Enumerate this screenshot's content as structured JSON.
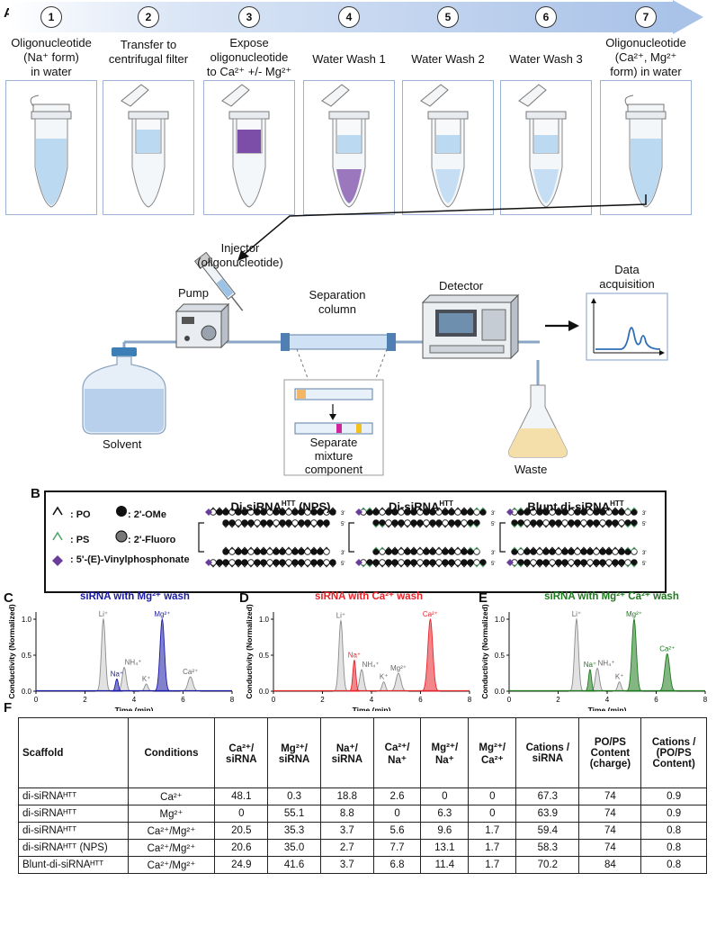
{
  "panels": [
    "A",
    "B",
    "C",
    "D",
    "E",
    "F"
  ],
  "steps": [
    {
      "n": "1",
      "label_lines": [
        "Oligonucleotide",
        "(Na⁺ form)",
        "in water"
      ]
    },
    {
      "n": "2",
      "label_lines": [
        "Transfer to",
        "centrifugal filter"
      ]
    },
    {
      "n": "3",
      "label_lines": [
        "Expose",
        "oligonucleotide",
        "to Ca²⁺ +/- Mg²⁺"
      ]
    },
    {
      "n": "4",
      "label_lines": [
        "Water Wash 1"
      ]
    },
    {
      "n": "5",
      "label_lines": [
        "Water Wash 2"
      ]
    },
    {
      "n": "6",
      "label_lines": [
        "Water Wash 3"
      ]
    },
    {
      "n": "7",
      "label_lines": [
        "Oligonucleotide",
        "(Ca²⁺, Mg²⁺",
        "form) in water"
      ]
    }
  ],
  "hplc": {
    "injector": [
      "Injector",
      "(oligonucleotide)"
    ],
    "pump": "Pump",
    "column": [
      "Separation",
      "column"
    ],
    "detector": "Detector",
    "data_acq": [
      "Data",
      "acquisition"
    ],
    "solvent": "Solvent",
    "separate": [
      "Separate",
      "mixture",
      "component"
    ],
    "waste": "Waste"
  },
  "legend": {
    "po": ": PO",
    "ps": ": PS",
    "ome": ": 2'-OMe",
    "fluoro": ": 2'-Fluoro",
    "vp": ": 5'-(E)-Vinylphosphonate"
  },
  "scaffolds": [
    {
      "title": "Di-siRNA",
      "sup": "HTT",
      "suffix": " (NPS)"
    },
    {
      "title": "Di-siRNA",
      "sup": "HTT",
      "suffix": ""
    },
    {
      "title": "Blunt di-siRNA",
      "sup": "HTT",
      "suffix": ""
    }
  ],
  "strand_labels": {
    "three": "3'",
    "five": "5'"
  },
  "colors": {
    "gray": "#8c8c8c",
    "blue": "#1a1aa6",
    "red": "#e8232a",
    "green": "#1e7a1e",
    "arrow": "#a9c2e8",
    "tube_blue": "#bcd9f2",
    "purple": "#7d4ea8"
  },
  "chart_data": [
    {
      "type": "line",
      "title": "siRNA with Mg²⁺ wash",
      "xlabel": "Time (min)",
      "ylabel": "Conductivity (Normalized)",
      "xlim": [
        0,
        8
      ],
      "ylim": [
        0,
        1.1
      ],
      "xticks": [
        "0",
        "2",
        "4",
        "6",
        "8"
      ],
      "yticks": [
        "0.0",
        "0.5",
        "1.0"
      ],
      "series": [
        {
          "color": "#8c8c8c",
          "peaks": [
            {
              "label": "Li⁺",
              "x": 2.75,
              "y": 1.0,
              "w": 0.08
            },
            {
              "label": "NH₄⁺",
              "x": 3.6,
              "y": 0.33,
              "w": 0.08
            },
            {
              "label": "K⁺",
              "x": 4.5,
              "y": 0.1,
              "w": 0.07
            },
            {
              "label": "Ca²⁺",
              "x": 6.3,
              "y": 0.2,
              "w": 0.1
            }
          ]
        },
        {
          "color": "#1a1aa6",
          "peaks": [
            {
              "label": "Na⁺",
              "x": 3.3,
              "y": 0.17,
              "w": 0.06
            },
            {
              "label": "Mg²⁺",
              "x": 5.15,
              "y": 1.0,
              "w": 0.09
            }
          ]
        }
      ]
    },
    {
      "type": "line",
      "title": "siRNA with Ca²⁺ wash",
      "xlabel": "Time (min)",
      "ylabel": "Conductivity (Normalized)",
      "xlim": [
        0,
        8
      ],
      "ylim": [
        0,
        1.1
      ],
      "xticks": [
        "0",
        "2",
        "4",
        "6",
        "8"
      ],
      "yticks": [
        "0.0",
        "0.5",
        "1.0"
      ],
      "series": [
        {
          "color": "#8c8c8c",
          "peaks": [
            {
              "label": "Li⁺",
              "x": 2.75,
              "y": 0.98,
              "w": 0.08
            },
            {
              "label": "NH₄⁺",
              "x": 3.6,
              "y": 0.3,
              "w": 0.08
            },
            {
              "label": "K⁺",
              "x": 4.5,
              "y": 0.13,
              "w": 0.07
            },
            {
              "label": "Mg²⁺",
              "x": 5.1,
              "y": 0.25,
              "w": 0.1
            }
          ]
        },
        {
          "color": "#e8232a",
          "peaks": [
            {
              "label": "Na⁺",
              "x": 3.3,
              "y": 0.43,
              "w": 0.06
            },
            {
              "label": "Ca²⁺",
              "x": 6.4,
              "y": 1.0,
              "w": 0.1
            }
          ]
        }
      ]
    },
    {
      "type": "line",
      "title": "siRNA with Mg²⁺ Ca²⁺ wash",
      "xlabel": "Time (min)",
      "ylabel": "Conductivity (Normalized)",
      "xlim": [
        0,
        8
      ],
      "ylim": [
        0,
        1.1
      ],
      "xticks": [
        "0",
        "2",
        "4",
        "6",
        "8"
      ],
      "yticks": [
        "0.0",
        "0.5",
        "1.0"
      ],
      "series": [
        {
          "color": "#8c8c8c",
          "peaks": [
            {
              "label": "Li⁺",
              "x": 2.75,
              "y": 1.0,
              "w": 0.08
            },
            {
              "label": "NH₄⁺",
              "x": 3.6,
              "y": 0.32,
              "w": 0.08
            },
            {
              "label": "K⁺",
              "x": 4.5,
              "y": 0.13,
              "w": 0.07
            }
          ]
        },
        {
          "color": "#1e7a1e",
          "peaks": [
            {
              "label": "Na⁺",
              "x": 3.3,
              "y": 0.3,
              "w": 0.06
            },
            {
              "label": "Mg²⁺",
              "x": 5.1,
              "y": 1.0,
              "w": 0.09
            },
            {
              "label": "Ca²⁺",
              "x": 6.45,
              "y": 0.52,
              "w": 0.1
            }
          ]
        }
      ]
    }
  ],
  "table": {
    "headers": [
      "Scaffold",
      "Conditions",
      "Ca²⁺/ siRNA",
      "Mg²⁺/ siRNA",
      "Na⁺/ siRNA",
      "Ca²⁺/ Na⁺",
      "Mg²⁺/ Na⁺",
      "Mg²⁺/ Ca²⁺",
      "Cations / siRNA",
      "PO/PS Content (charge)",
      "Cations / (PO/PS Content)"
    ],
    "rows": [
      [
        "di-siRNAᴴᵀᵀ",
        "Ca²⁺",
        "48.1",
        "0.3",
        "18.8",
        "2.6",
        "0",
        "0",
        "67.3",
        "74",
        "0.9"
      ],
      [
        "di-siRNAᴴᵀᵀ",
        "Mg²⁺",
        "0",
        "55.1",
        "8.8",
        "0",
        "6.3",
        "0",
        "63.9",
        "74",
        "0.9"
      ],
      [
        "di-siRNAᴴᵀᵀ",
        "Ca²⁺/Mg²⁺",
        "20.5",
        "35.3",
        "3.7",
        "5.6",
        "9.6",
        "1.7",
        "59.4",
        "74",
        "0.8"
      ],
      [
        "di-siRNAᴴᵀᵀ (NPS)",
        "Ca²⁺/Mg²⁺",
        "20.6",
        "35.0",
        "2.7",
        "7.7",
        "13.1",
        "1.7",
        "58.3",
        "74",
        "0.8"
      ],
      [
        "Blunt-di-siRNAᴴᵀᵀ",
        "Ca²⁺/Mg²⁺",
        "24.9",
        "41.6",
        "3.7",
        "6.8",
        "11.4",
        "1.7",
        "70.2",
        "84",
        "0.8"
      ]
    ]
  }
}
